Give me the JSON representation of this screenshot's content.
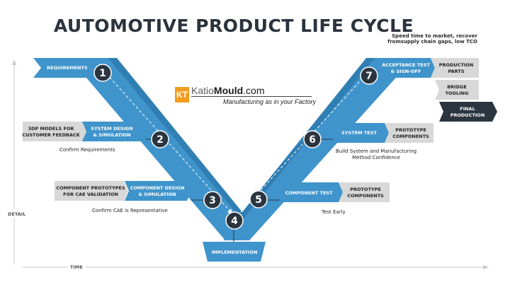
{
  "title": "AUTOMOTIVE PRODUCT LIFE CYCLE",
  "note": "Speed time to market, recover fromsupply chain gaps, low TCO",
  "logo": {
    "mark": "KT",
    "name_a": "Katio",
    "name_b": "Mould",
    "name_c": ".com",
    "tagline": "Manufacturing as in your Factory"
  },
  "steps": [
    {
      "number": "1",
      "label": "REQUIREMENTS"
    },
    {
      "number": "2",
      "label_1": "SYSTEM DESIGN",
      "label_2": "& SIMULATION",
      "side_1": "3DP MODELS FOR",
      "side_2": "CUSTOMER FEEDBACK",
      "caption": "Confirm Requirements"
    },
    {
      "number": "3",
      "label_1": "COMPONENT DESIGN",
      "label_2": "& SIMULATION",
      "side_1": "COMPONENT PROTOTYPES",
      "side_2": "FOR CAE VALIDATION",
      "caption": "Confirm CAE is Representative"
    },
    {
      "number": "4",
      "label": "IMPLEMENTATION"
    },
    {
      "number": "5",
      "label": "COMPONENT TEST",
      "side_1": "PROTOTYPE",
      "side_2": "COMPONENTS",
      "caption": "Test Early"
    },
    {
      "number": "6",
      "label": "SYSTEM TEST",
      "side_1": "PROTOTYPE",
      "side_2": "COMPONENTS",
      "caption_1": "Build System and Manufacturing",
      "caption_2": "Method Confidence"
    },
    {
      "number": "7",
      "label_1": "ACCEPTANCE TEST",
      "label_2": "& SIGN-OFF",
      "side_1": "PRODUCTION",
      "side_2": "PARTS"
    }
  ],
  "bridge": {
    "line_1": "BRIDGE",
    "line_2": "TOOLING"
  },
  "final": {
    "line_1": "FINAL",
    "line_2": "PRODUCTION"
  },
  "axes": {
    "y": "DETAIL",
    "x": "TIME"
  },
  "colors": {
    "blue": "#3f94cc",
    "dark_blue": "#2a6f9f",
    "circle": "#2b3540",
    "gray": "#d8d8d8",
    "dark": "#2b3540"
  }
}
